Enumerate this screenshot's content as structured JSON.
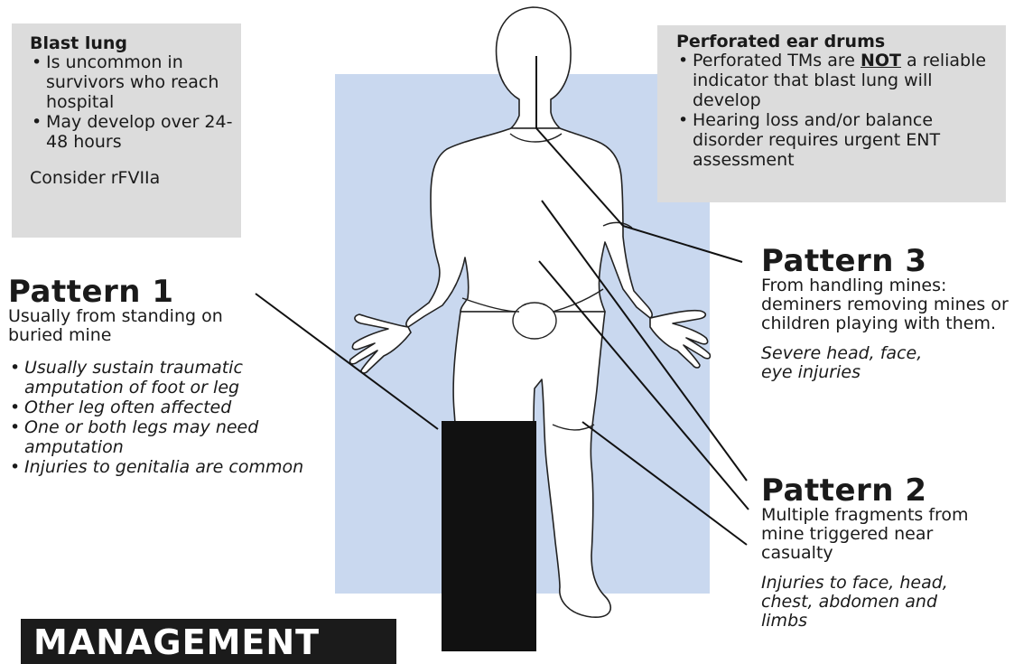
{
  "blast_lung": {
    "title": "Blast lung",
    "bullets": [
      "Is uncommon in survivors who reach hospital",
      "May develop over 24-48 hours"
    ],
    "note": "Consider rFVIIa"
  },
  "ear_drums": {
    "title": "Perforated ear drums",
    "bullet1_pre": "Perforated TMs are ",
    "bullet1_em": "NOT",
    "bullet1_post": " a reliable indicator that blast lung will develop",
    "bullet2": "Hearing loss and/or balance disorder requires urgent ENT assessment"
  },
  "pattern1": {
    "title": "Pattern 1",
    "description": "Usually from standing on buried mine",
    "bullets": [
      "Usually sustain traumatic amputation of foot or leg",
      "Other leg often affected",
      "One or both legs may need amputation",
      "Injuries to genitalia are common"
    ]
  },
  "pattern3": {
    "title": "Pattern 3",
    "description": "From handling mines: deminers removing mines or children playing with them.",
    "injuries": "Severe head, face, eye injuries"
  },
  "pattern2": {
    "title": "Pattern 2",
    "description": "Multiple fragments from mine triggered near casualty",
    "injuries": "Injuries to face, head, chest, abdomen and limbs"
  },
  "management": {
    "heading": "MANAGEMENT"
  },
  "colors": {
    "figure_background": "#c9d8ef",
    "info_box": "#dcdcdc",
    "banner": "#1b1b1b"
  }
}
